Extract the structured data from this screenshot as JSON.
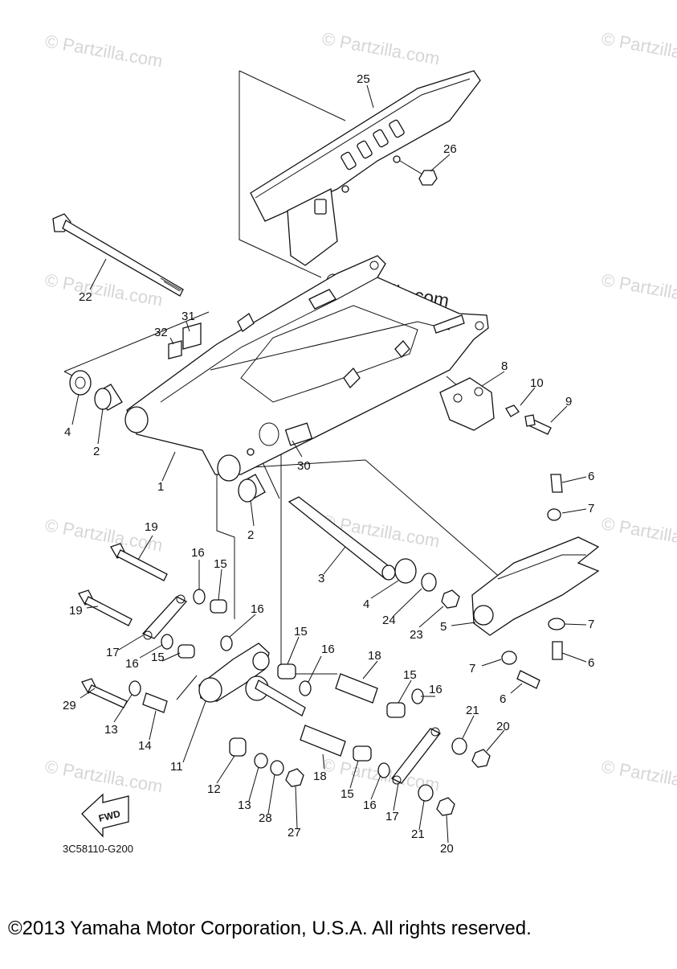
{
  "watermark_text": "© Partzilla.com",
  "center_watermark_text": "© Partzilla.com",
  "diagram_code": "3C58110-G200",
  "fwd_label": "FWD",
  "copyright": "©2013 Yamaha Motor Corporation, U.S.A. All rights reserved.",
  "callouts": {
    "c1": "1",
    "c2a": "2",
    "c2b": "2",
    "c3": "3",
    "c4a": "4",
    "c4b": "4",
    "c5": "5",
    "c6a": "6",
    "c6b": "6",
    "c6c": "6",
    "c7a": "7",
    "c7b": "7",
    "c7c": "7",
    "c8": "8",
    "c9": "9",
    "c10": "10",
    "c11": "11",
    "c12": "12",
    "c13a": "13",
    "c13b": "13",
    "c14": "14",
    "c15a": "15",
    "c15b": "15",
    "c15c": "15",
    "c15d": "15",
    "c15e": "15",
    "c16a": "16",
    "c16b": "16",
    "c16c": "16",
    "c16d": "16",
    "c16e": "16",
    "c16f": "16",
    "c17a": "17",
    "c17b": "17",
    "c18a": "18",
    "c18b": "18",
    "c19a": "19",
    "c19b": "19",
    "c20a": "20",
    "c20b": "20",
    "c21a": "21",
    "c21b": "21",
    "c22": "22",
    "c23": "23",
    "c24": "24",
    "c25": "25",
    "c26": "26",
    "c27": "27",
    "c28": "28",
    "c29": "29",
    "c30": "30",
    "c31": "31",
    "c32": "32"
  }
}
